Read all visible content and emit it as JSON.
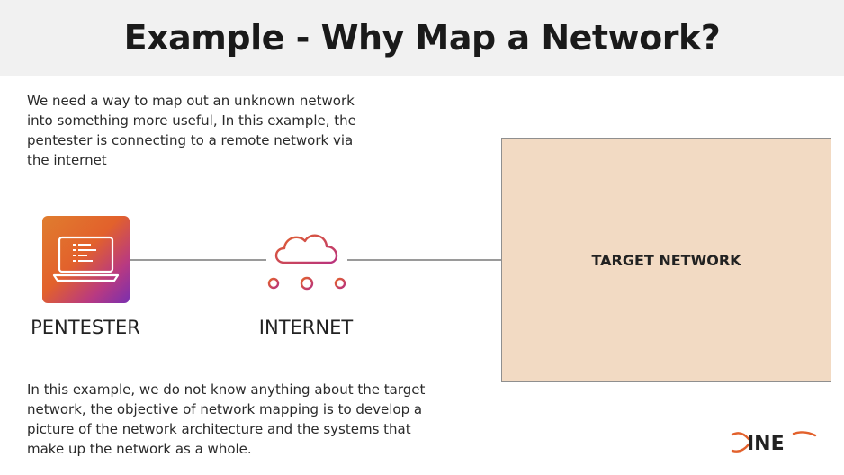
{
  "title": "Example - Why Map a Network?",
  "intro_text": "We need a way to map out an unknown network into something more useful, In this example, the pentester is connecting to a remote network via the internet",
  "nodes": {
    "pentester": "PENTESTER",
    "internet": "INTERNET",
    "target": "TARGET NETWORK"
  },
  "outro_text": "In this example, we do not know anything about the target network, the objective of network mapping is to develop a picture of the network architecture and the systems that make up the network as a whole.",
  "logo": "INE",
  "colors": {
    "title_bar": "#f1f1f1",
    "target_fill": "#f2dac3",
    "connector": "#9a9a9a",
    "accent_orange": "#e2612c",
    "accent_purple": "#7a2fb0"
  }
}
